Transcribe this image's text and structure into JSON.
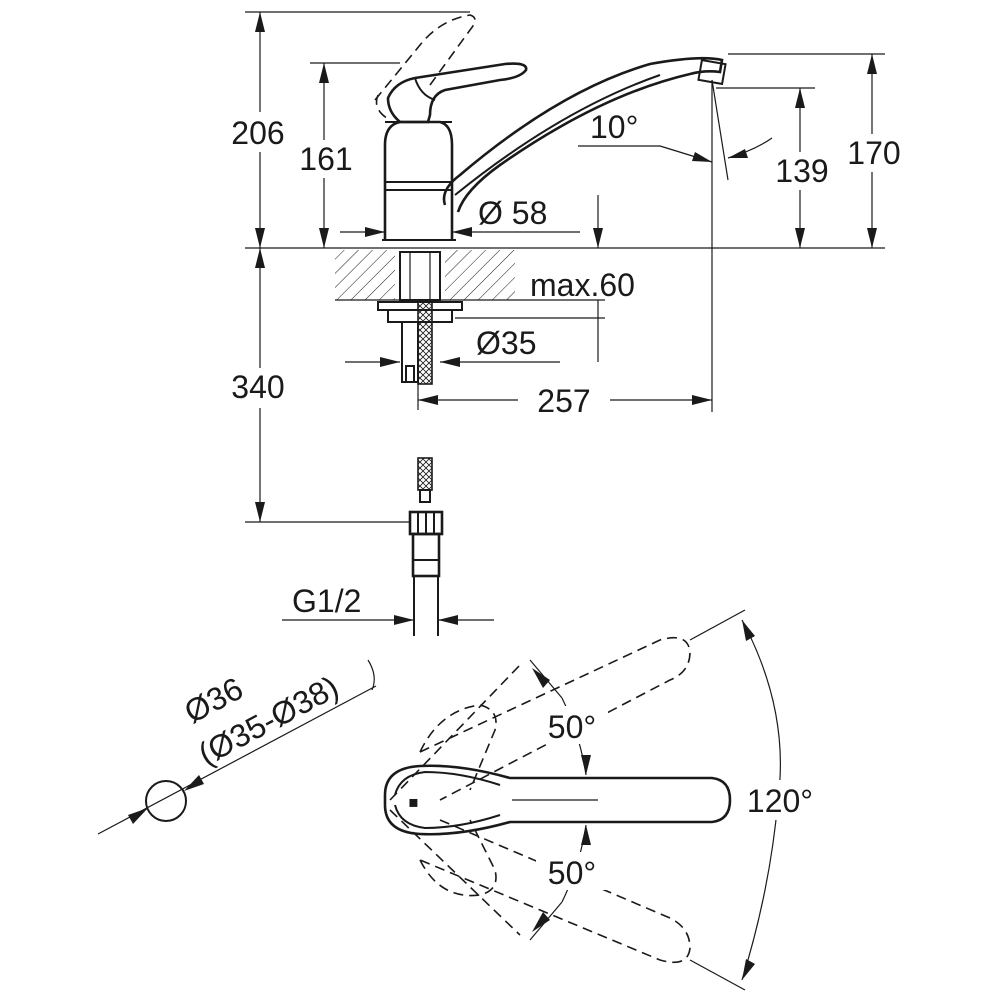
{
  "dimensions": {
    "height_total": "206",
    "height_to_lever": "161",
    "spout_angle": "10°",
    "spout_outlet_height": "139",
    "spout_top_height": "170",
    "base_diameter": "Ø 58",
    "max_counter_thickness": "max.60",
    "shank_diameter": "Ø35",
    "spout_reach": "257",
    "hose_length": "340",
    "connection_thread": "G1/2",
    "hole_diameter": "Ø36",
    "hole_diameter_range": "(Ø35-Ø38)",
    "swivel_left": "50°",
    "swivel_right": "50°",
    "swivel_total": "120°"
  }
}
